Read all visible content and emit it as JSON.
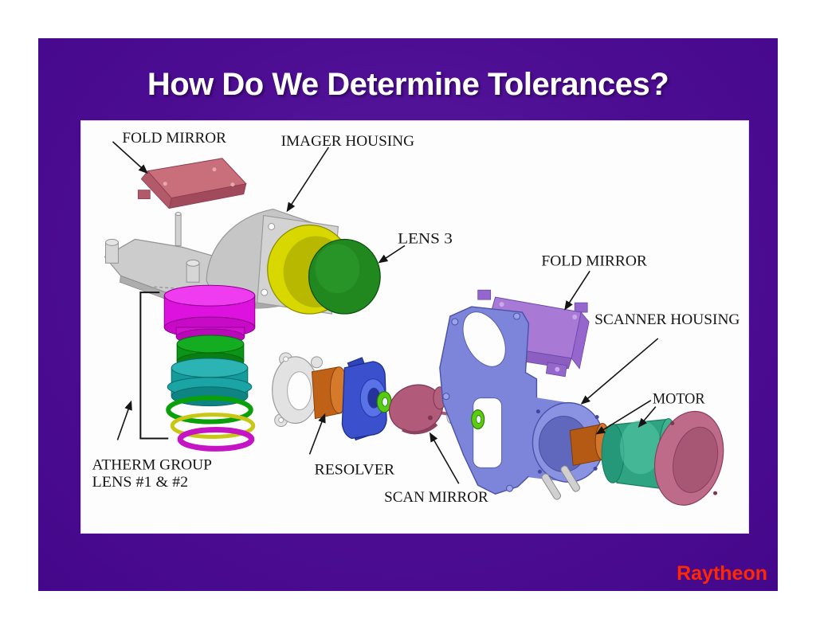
{
  "slide": {
    "title": "How Do We Determine Tolerances?",
    "logo_text": "Raytheon"
  },
  "colors": {
    "slide_background": "#4c0d93",
    "title_text": "#ffffff",
    "logo_red": "#ff2800",
    "label_text": "#161616",
    "panel_background": "#fdfdfd"
  },
  "diagram": {
    "labels": [
      {
        "id": "fold-mirror-left",
        "text": "FOLD MIRROR"
      },
      {
        "id": "imager-housing",
        "text": "IMAGER HOUSING"
      },
      {
        "id": "lens-3",
        "text": "LENS 3"
      },
      {
        "id": "fold-mirror-right",
        "text": "FOLD MIRROR"
      },
      {
        "id": "scanner-housing",
        "text": "SCANNER HOUSING"
      },
      {
        "id": "motor",
        "text": "MOTOR"
      },
      {
        "id": "atherm-group-line1",
        "text": "ATHERM GROUP"
      },
      {
        "id": "atherm-group-line2",
        "text": "LENS #1 & #2"
      },
      {
        "id": "resolver",
        "text": "RESOLVER"
      },
      {
        "id": "scan-mirror",
        "text": "SCAN MIRROR"
      }
    ]
  }
}
